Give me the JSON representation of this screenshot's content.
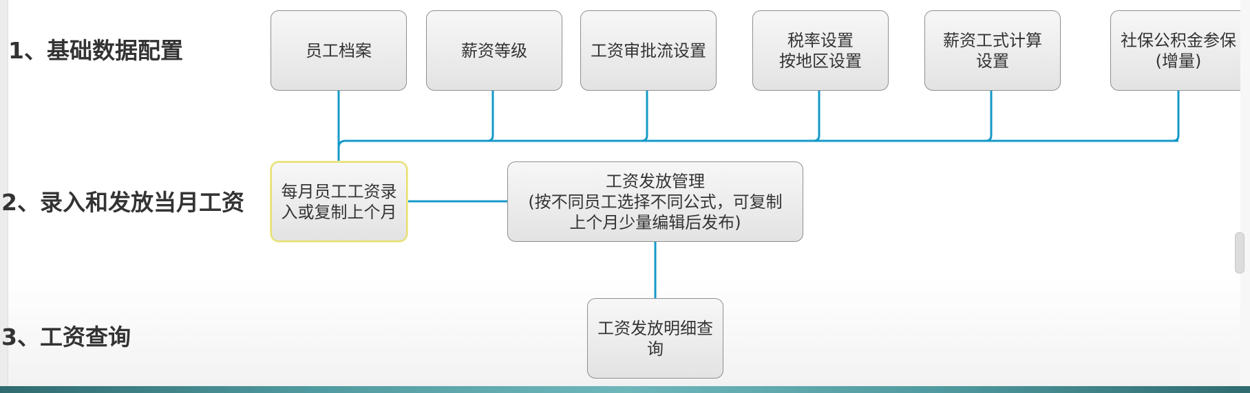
{
  "rows": [
    {
      "label": "1、基础数据配置"
    },
    {
      "label": "2、录入和发放当月工资"
    },
    {
      "label": "3、工资查询"
    }
  ],
  "nodes": {
    "employee_records": "员工档案",
    "salary_grade": "薪资等级",
    "salary_approval": "工资审批流设置",
    "tax_rate": "税率设置\n按地区设置",
    "salary_formula": "薪资工式计算\n设置",
    "social_insurance": "社保公积金参保\n(增量)",
    "monthly_entry": "每月员工工资录\n入或复制上个月",
    "salary_payment": "工资发放管理\n(按不同员工选择不同公式，可复制\n上个月少量编辑后发布)",
    "payment_detail_query": "工资发放明细查\n询"
  },
  "colors": {
    "connector": "#1499c8",
    "node_border": "#8e8e8e",
    "selected_border": "#e6df75",
    "label_text": "#333333"
  }
}
